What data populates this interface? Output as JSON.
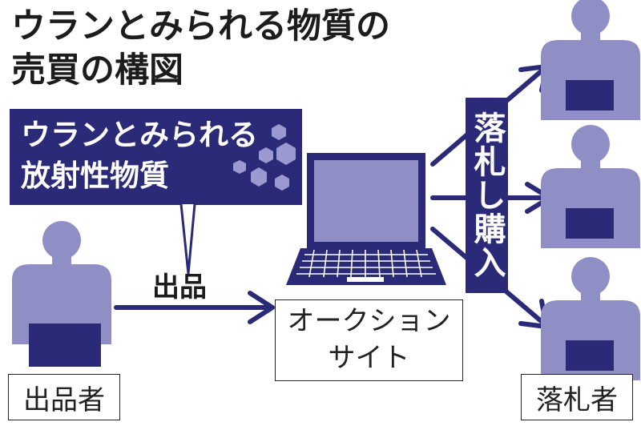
{
  "title": {
    "line1": "ウランとみられる物質の",
    "line2": "売買の構図"
  },
  "callout": {
    "line1": "ウランとみられる",
    "line2": "放射性物質"
  },
  "seller": {
    "label": "出品者"
  },
  "listing_label": "出品",
  "site": {
    "line1": "オークション",
    "line2": "サイト"
  },
  "purchase_label": "落札し購入",
  "buyer": {
    "label": "落札者"
  },
  "colors": {
    "navy": "#2a2a78",
    "person": "#8f8fc6",
    "laptop_screen": "#8f8fc6",
    "hexagon": "#9a9ad0",
    "ink": "#1c1c1c"
  }
}
